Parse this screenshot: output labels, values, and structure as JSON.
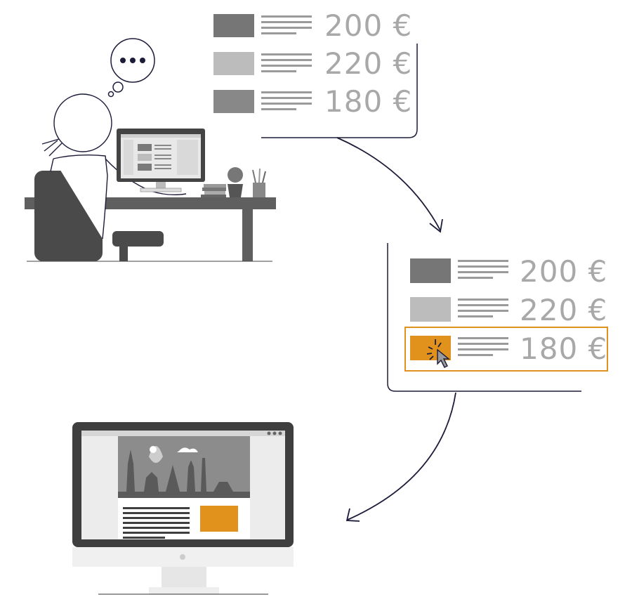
{
  "colors": {
    "accent": "#e0921c",
    "dark_gray": "#767676",
    "light_gray": "#bcbcbc",
    "price_gray": "#a8a8a8",
    "line_ink": "#1c1c3a"
  },
  "icons": [
    "speech-bubble-ellipsis-icon",
    "mouse-cursor-icon",
    "click-burst-icon",
    "arrow-curved-down-icon"
  ],
  "list_top": {
    "items": [
      {
        "price": "200 €",
        "thumb": "dark"
      },
      {
        "price": "220 €",
        "thumb": "light"
      },
      {
        "price": "180 €",
        "thumb": "dark"
      }
    ]
  },
  "list_bottom": {
    "items": [
      {
        "price": "200 €",
        "thumb": "dark"
      },
      {
        "price": "220 €",
        "thumb": "light"
      },
      {
        "price": "180 €",
        "thumb": "accent",
        "selected": true
      }
    ]
  },
  "thought_bubble": "•••"
}
